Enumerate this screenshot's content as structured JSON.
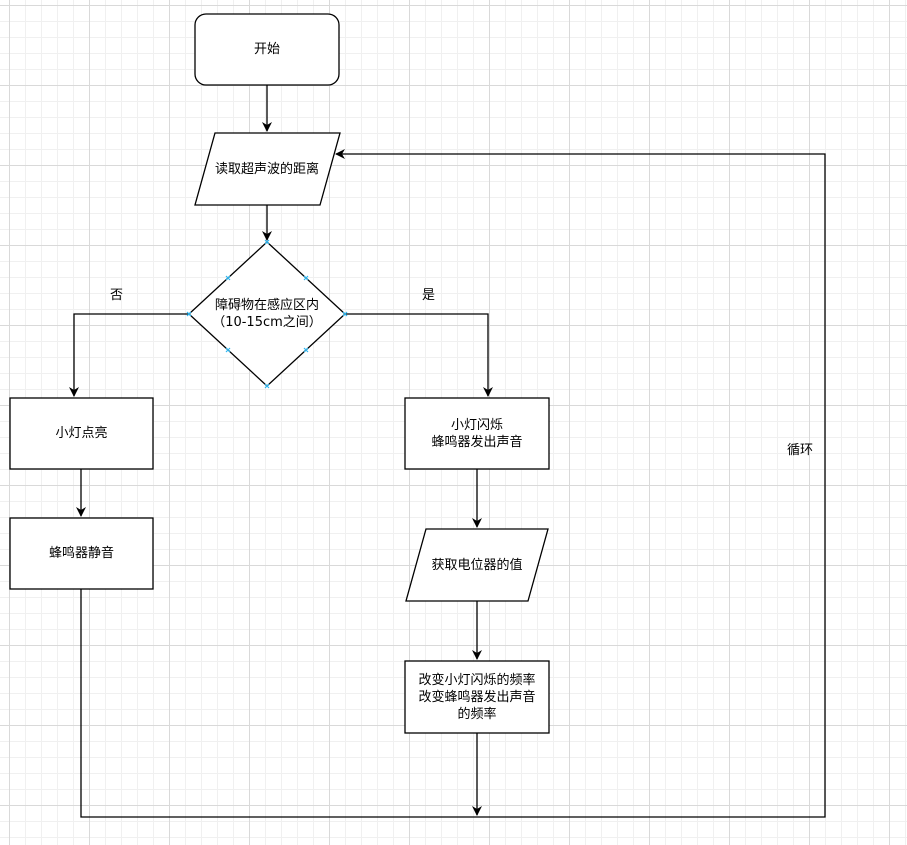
{
  "nodes": {
    "start": "开始",
    "read_distance": "读取超声波的距离",
    "decision": "障碍物在感应区内\n（10-15cm之间）",
    "light_on": "小灯点亮",
    "buzzer_mute": "蜂鸣器静音",
    "blink_buzz": "小灯闪烁\n蜂鸣器发出声音",
    "read_pot": "获取电位器的值",
    "change_freq": "改变小灯闪烁的频率\n改变蜂鸣器发出声音\n的频率"
  },
  "edges": {
    "no": "否",
    "yes": "是",
    "loop": "循环"
  },
  "colors": {
    "stroke": "#000000",
    "handle": "#29b6f2"
  }
}
